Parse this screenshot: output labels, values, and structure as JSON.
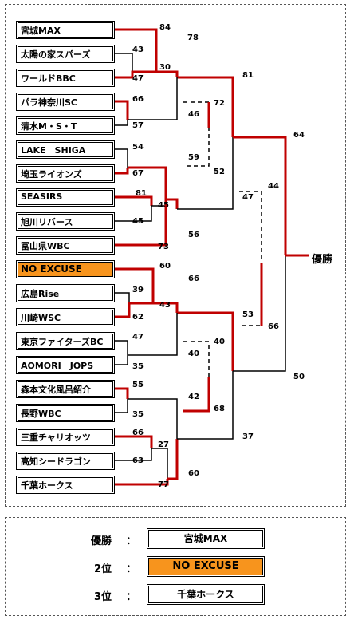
{
  "teams": [
    {
      "name": "宮城MAX"
    },
    {
      "name": "太陽の家スパーズ"
    },
    {
      "name": "ワールドBBC"
    },
    {
      "name": "パラ神奈川SC"
    },
    {
      "name": "清水M・S・T"
    },
    {
      "name": "LAKE　SHIGA"
    },
    {
      "name": "埼玉ライオンズ"
    },
    {
      "name": "SEASIRS"
    },
    {
      "name": "旭川リバース"
    },
    {
      "name": "冨山県WBC"
    },
    {
      "name": "NO EXCUSE"
    },
    {
      "name": "広島Rise"
    },
    {
      "name": "川崎WSC"
    },
    {
      "name": "東京ファイターズBC"
    },
    {
      "name": "AOMORI　JOPS"
    },
    {
      "name": "森本文化風呂紹介"
    },
    {
      "name": "長野WBC"
    },
    {
      "name": "三重チャリオッツ"
    },
    {
      "name": "高知シードラゴン"
    },
    {
      "name": "千葉ホークス"
    }
  ],
  "highlight_color": "#f7941d",
  "winner_line_color": "#c00000",
  "champion_label": "優勝",
  "results": [
    {
      "label": "優勝",
      "colon": "：",
      "team": "宮城MAX"
    },
    {
      "label": "2位",
      "colon": "：",
      "team": "NO EXCUSE"
    },
    {
      "label": "3位",
      "colon": "：",
      "team": "千葉ホークス"
    }
  ],
  "scores": [
    "84",
    "78",
    "43",
    "30",
    "47",
    "81",
    "66",
    "72",
    "46",
    "57",
    "64",
    "54",
    "59",
    "52",
    "67",
    "81",
    "47",
    "44",
    "45",
    "45",
    "56",
    "73",
    "60",
    "66",
    "39",
    "43",
    "62",
    "53",
    "66",
    "47",
    "40",
    "40",
    "35",
    "50",
    "55",
    "42",
    "68",
    "35",
    "66",
    "37",
    "27",
    "63",
    "60",
    "77"
  ]
}
